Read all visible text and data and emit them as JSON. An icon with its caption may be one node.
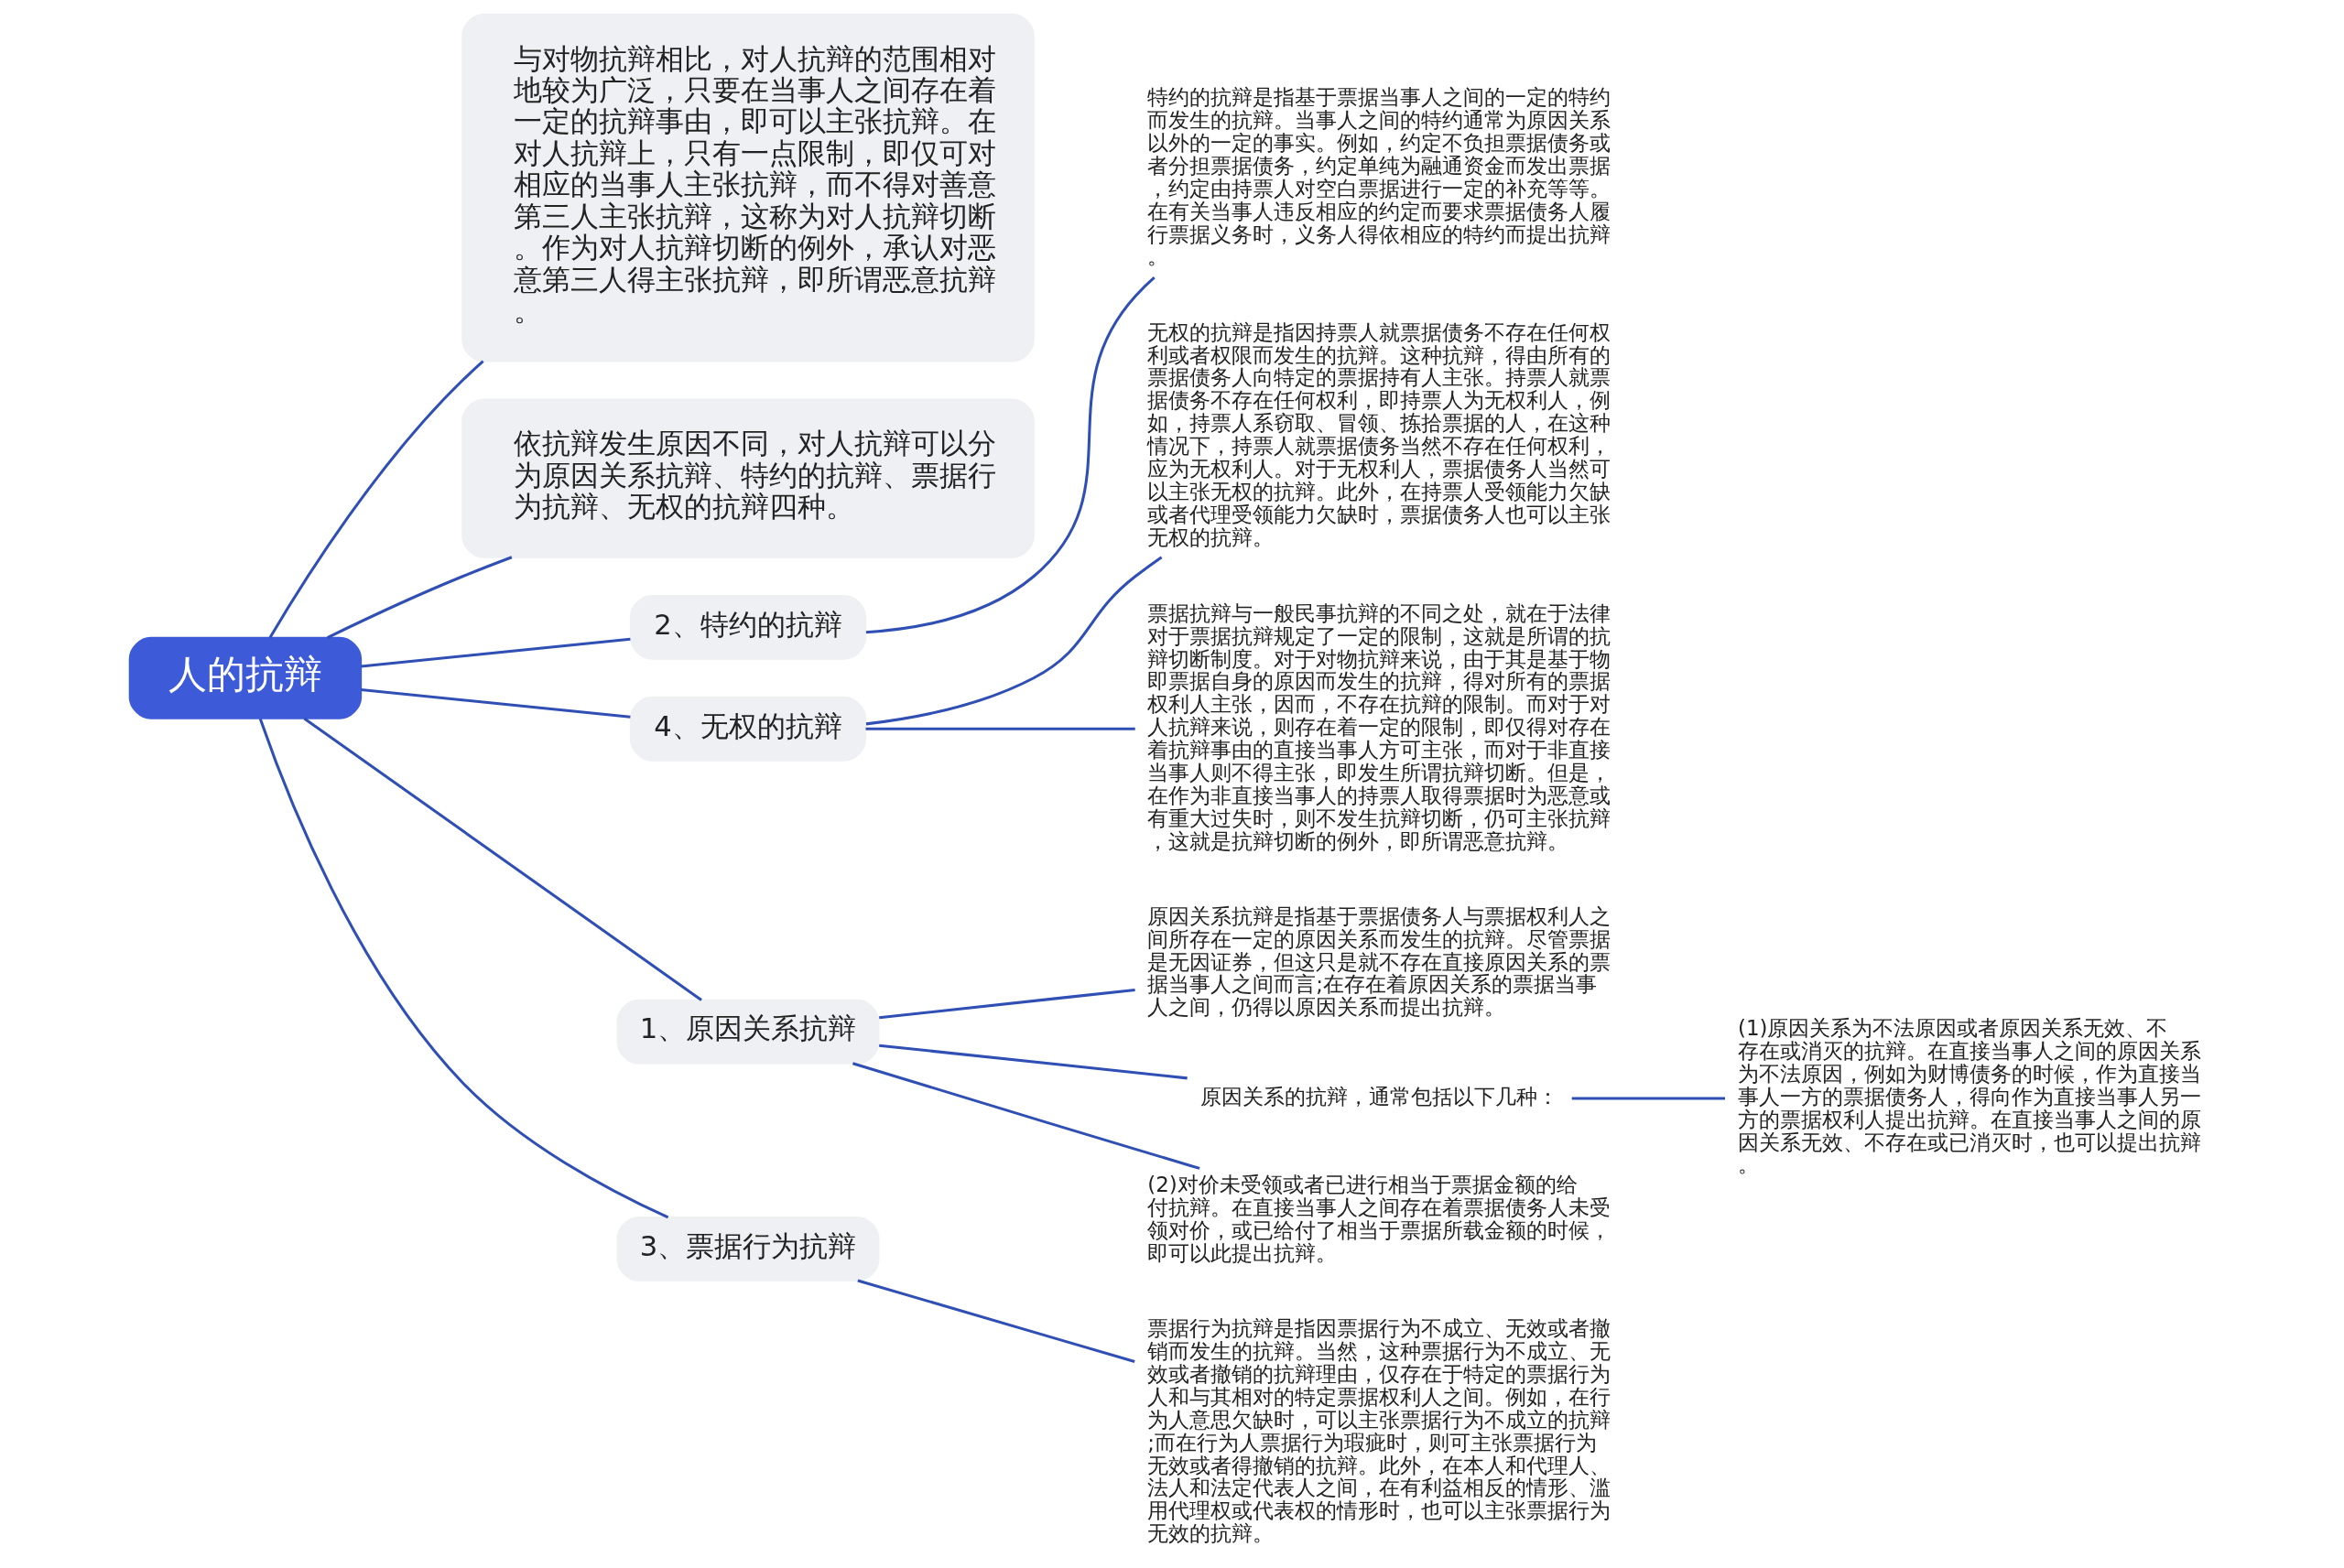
{
  "diagram": {
    "nodes": [
      {
        "text": [
          "人的抗辩"
        ]
      },
      {
        "text": [
          "与对物抗辩相比，对人抗辩的范围相对地较为广泛，只要在当事人之间存在着一定的抗辩事由，即可以主张抗辩。在对人抗辩上，只有一点限制，即仅可对相应的当事人主张抗辩，而不得对善意第三人主张抗辩，这称为对人抗辩切断。作为对人抗辩切断的例外，承认对恶意第三人得主张抗辩，即所谓恶意抗辩。"
        ]
      },
      {
        "text": [
          "依抗辩发生原因不同，对人抗辩可以分为原因关系抗辩、特约的抗辩、票据行为抗辩、无权的抗辩四种。"
        ]
      },
      {
        "text": [
          "2、特约的抗辩"
        ]
      },
      {
        "text": [
          "特约的抗辩是指基于票据当事人之间的一定的特约而发生的抗辩。当事人之间的特约通常为原因关系以外的一定的事实。例如，约定不负担票据债务或者分担票据债务，约定单纯为融通资金而发出票据，约定由持票人对空白票据进行一定的补充等等。在有关当事人违反相应的约定而要求票据债务人履行票据义务时，义务人得依相应的特约而提出抗辩。"
        ]
      },
      {
        "text": [
          "4、无权的抗辩"
        ]
      },
      {
        "text": [
          "无权的抗辩是指因持票人就票据债务不存在任何权利或者权限而发生的抗辩。这种抗辩，得由所有的票据债务人向特定的票据持有人主张。持票人就票据债务不存在任何权利，即持票人为无权利人，例如，持票人系窃取、冒领、拣拾票据的人，在这种情况下，持票人就票据债务当然不存在任何权利，应为无权利人。对于无权利人，票据债务人当然可以主张无权的抗辩。此外，在持票人受领能力欠缺或者代理受领能力欠缺时，票据债务人也可以主张无权的抗辩。"
        ]
      },
      {
        "text": [
          "票据抗辩与一般民事抗辩的不同之处，就在于法律对于票据抗辩规定了一定的限制，这就是所谓的抗辩切断制度。对于对物抗辩来说，由于其是基于物即票据自身的原因而发生的抗辩，得对所有的票据权利人主张，因而，不存在抗辩的限制。而对于对人抗辩来说，则存在着一定的限制，即仅得对存在着抗辩事由的直接当事人方可主张，而对于非直接当事人则不得主张，即发生所谓抗辩切断。但是，在作为非直接当事人的持票人取得票据时为恶意或有重大过失时，则不发生抗辩切断，仍可主张抗辩，这就是抗辩切断的例外，即所谓恶意抗辩。"
        ]
      },
      {
        "text": [
          "1、原因关系抗辩"
        ]
      },
      {
        "text": [
          "原因关系抗辩是指基于票据债务人与票据权利人之间所存在一定的原因关系而发生的抗辩。尽管票据是无因证券，但这只是就不存在直接原因关系的票据当事人之间而言;在存在着原因关系的票据当事人之间，仍得以原因关系而提出抗辩。"
        ]
      },
      {
        "text": [
          "原因关系的抗辩，通常包括以下几种："
        ]
      },
      {
        "text": [
          "(1)原因关系为不法原因或者原因关系无效、不存在或消灭的抗辩。在直接当事人之间的原因关系为不法原因，例如为财博债务的时候，作为直接当事人一方的票据债务人，得向作为直接当事人另一方的票据权利人提出抗辩。在直接当事人之间的原因关系无效、不存在或已消灭时，也可以提出抗辩。"
        ]
      },
      {
        "text": [
          "(2)对价未受领或者已进行相当于票据金额的给付抗辩。在直接当事人之间存在着票据债务人未受领对价，或已给付了相当于票据所载金额的时候，即可以此提出抗辩。"
        ]
      },
      {
        "text": [
          "3、票据行为抗辩"
        ]
      },
      {
        "text": [
          "票据行为抗辩是指因票据行为不成立、无效或者撤销而发生的抗辩。当然，这种票据行为不成立、无效或者撤销的抗辩理由，仅存在于特定的票据行为人和与其相对的特定票据权利人之间。例如，在行为人意思欠缺时，可以主张票据行为不成立的抗辩;而在行为人票据行为瑕疵时，则可主张票据行为无效或者得撤销的抗辩。此外，在本人和代理人、法人和法定代表人之间，在有利益相反的情形、滥用代理权或代表权的情形时，也可以主张票据行为无效的抗辩。"
        ]
      }
    ],
    "edges": [
      {
        "from": 0,
        "to": 1,
        "arrow": "none"
      },
      {
        "from": 0,
        "to": 2,
        "arrow": "none"
      },
      {
        "from": 0,
        "to": 3,
        "arrow": "none"
      },
      {
        "from": 3,
        "to": 4,
        "arrow": "none"
      },
      {
        "from": 0,
        "to": 5,
        "arrow": "none"
      },
      {
        "from": 5,
        "to": 6,
        "arrow": "none"
      },
      {
        "from": 5,
        "to": 7,
        "arrow": "none"
      },
      {
        "from": 0,
        "to": 8,
        "arrow": "none"
      },
      {
        "from": 8,
        "to": 9,
        "arrow": "none"
      },
      {
        "from": 8,
        "to": 10,
        "arrow": "none"
      },
      {
        "from": 10,
        "to": 11,
        "arrow": "none"
      },
      {
        "from": 8,
        "to": 12,
        "arrow": "none"
      },
      {
        "from": 0,
        "to": 13,
        "arrow": "none"
      },
      {
        "from": 13,
        "to": 14,
        "arrow": "none"
      }
    ]
  }
}
